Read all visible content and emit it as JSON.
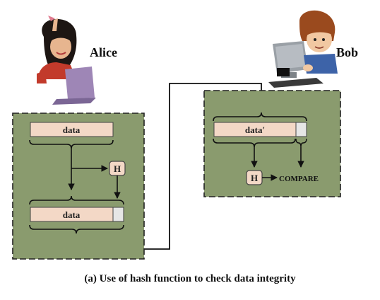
{
  "sender": {
    "name": "Alice"
  },
  "receiver": {
    "name": "Bob"
  },
  "sender_box": {
    "input_block_label": "data",
    "hash_label": "H",
    "output_block_label": "data"
  },
  "receiver_box": {
    "received_block_label": "data′",
    "hash_label": "H",
    "compare_label": "COMPARE"
  },
  "caption": "(a) Use of hash function to check data integrity",
  "colors": {
    "panel_fill": "#8a9b6e",
    "block_fill": "#f3d8c6",
    "hash_tag_fill": "#e6e6e6",
    "line": "#111111"
  }
}
